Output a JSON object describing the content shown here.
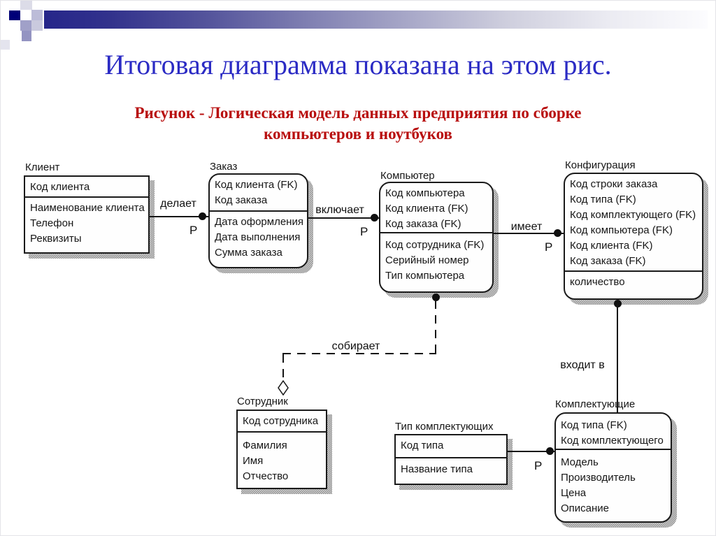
{
  "slide": {
    "title": "Итоговая диаграмма показана на этом рис.",
    "caption": {
      "line1": "Рисунок - Логическая модель данных предприятия по сборке",
      "line2": "компьютеров и ноутбуков"
    },
    "colors": {
      "title_blue": "#2b2bc4",
      "caption_red": "#b80e0e",
      "bar_navy": "#26268a",
      "entity_border": "#1a1a1a",
      "shadow_gray": "#a0a0a0"
    }
  },
  "diagram": {
    "entities": [
      {
        "id": "client",
        "title": "Клиент",
        "keys": [
          "Код клиента"
        ],
        "attrs": [
          "Наименование клиента",
          "Телефон",
          "Реквизиты"
        ]
      },
      {
        "id": "order",
        "title": "Заказ",
        "keys": [
          "Код клиента (FK)",
          "Код заказа"
        ],
        "attrs": [
          "Дата оформления",
          "Дата выполнения",
          "Сумма заказа"
        ]
      },
      {
        "id": "computer",
        "title": "Компьютер",
        "keys": [
          "Код компьютера",
          "Код клиента (FK)",
          "Код заказа (FK)"
        ],
        "attrs": [
          "Код сотрудника (FK)",
          "Серийный номер",
          "Тип компьютера"
        ]
      },
      {
        "id": "configuration",
        "title": "Конфигурация",
        "keys": [
          "Код строки заказа",
          "Код типа (FK)",
          "Код комплектующего (FK)",
          "Код компьютера (FK)",
          "Код клиента (FK)",
          "Код заказа (FK)"
        ],
        "attrs": [
          "количество"
        ]
      },
      {
        "id": "employee",
        "title": "Сотрудник",
        "keys": [
          "Код сотрудника"
        ],
        "attrs": [
          "Фамилия",
          "Имя",
          "Отчество"
        ]
      },
      {
        "id": "component_type",
        "title": "Тип комплектующих",
        "keys": [
          "Код типа"
        ],
        "attrs": [
          "Название типа"
        ]
      },
      {
        "id": "components",
        "title": "Комплектующие",
        "keys": [
          "Код типа (FK)",
          "Код комплектующего"
        ],
        "attrs": [
          "Модель",
          "Производитель",
          "Цена",
          "Описание"
        ]
      }
    ],
    "relationships": [
      {
        "label": "делает",
        "cardinality": "P"
      },
      {
        "label": "включает",
        "cardinality": "P"
      },
      {
        "label": "имеет",
        "cardinality": "P"
      },
      {
        "label": "собирает",
        "cardinality": ""
      },
      {
        "label": "входит в",
        "cardinality": ""
      },
      {
        "label": "",
        "cardinality": "P"
      }
    ]
  }
}
